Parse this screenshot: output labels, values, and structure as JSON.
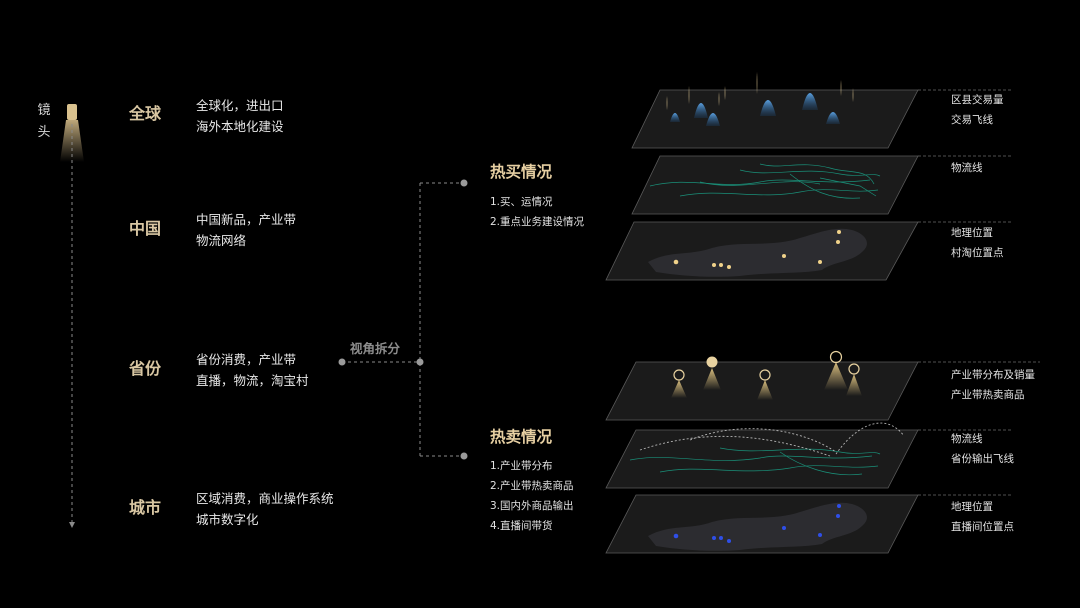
{
  "lens": {
    "label_line1": "镜",
    "label_line2": "头"
  },
  "levels": [
    {
      "title": "全球",
      "desc1": "全球化，进出口",
      "desc2": "海外本地化建设"
    },
    {
      "title": "中国",
      "desc1": "中国新品，产业带",
      "desc2": "物流网络"
    },
    {
      "title": "省份",
      "desc1": "省份消费，产业带",
      "desc2": "直播，物流，淘宝村"
    },
    {
      "title": "城市",
      "desc1": "区域消费，商业操作系统",
      "desc2": "城市数字化"
    }
  ],
  "split_label": "视角拆分",
  "hot_buy": {
    "title": "热买情况",
    "items": [
      "1.买、运情况",
      "2.重点业务建设情况"
    ],
    "layers": [
      {
        "label1": "区县交易量",
        "label2": "交易飞线"
      },
      {
        "label1": "物流线",
        "label2": ""
      },
      {
        "label1": "地理位置",
        "label2": "村淘位置点"
      }
    ]
  },
  "hot_sell": {
    "title": "热卖情况",
    "items": [
      "1.产业带分布",
      "2.产业带热卖商品",
      "3.国内外商品输出",
      "4.直播间带货"
    ],
    "layers": [
      {
        "label1": "产业带分布及销量",
        "label2": "产业带热卖商品"
      },
      {
        "label1": "物流线",
        "label2": "省份输出飞线"
      },
      {
        "label1": "地理位置",
        "label2": "直播间位置点"
      }
    ]
  },
  "colors": {
    "background": "#000000",
    "gold": "#d9c7a3",
    "plane_fill": "#1b1b1b",
    "plane_stroke": "#5a5a5a",
    "spike_blue": "#3d78b0",
    "route_teal": "#1aa58a",
    "point_gold": "#f0d28a",
    "point_blue": "#2f4fe8"
  }
}
